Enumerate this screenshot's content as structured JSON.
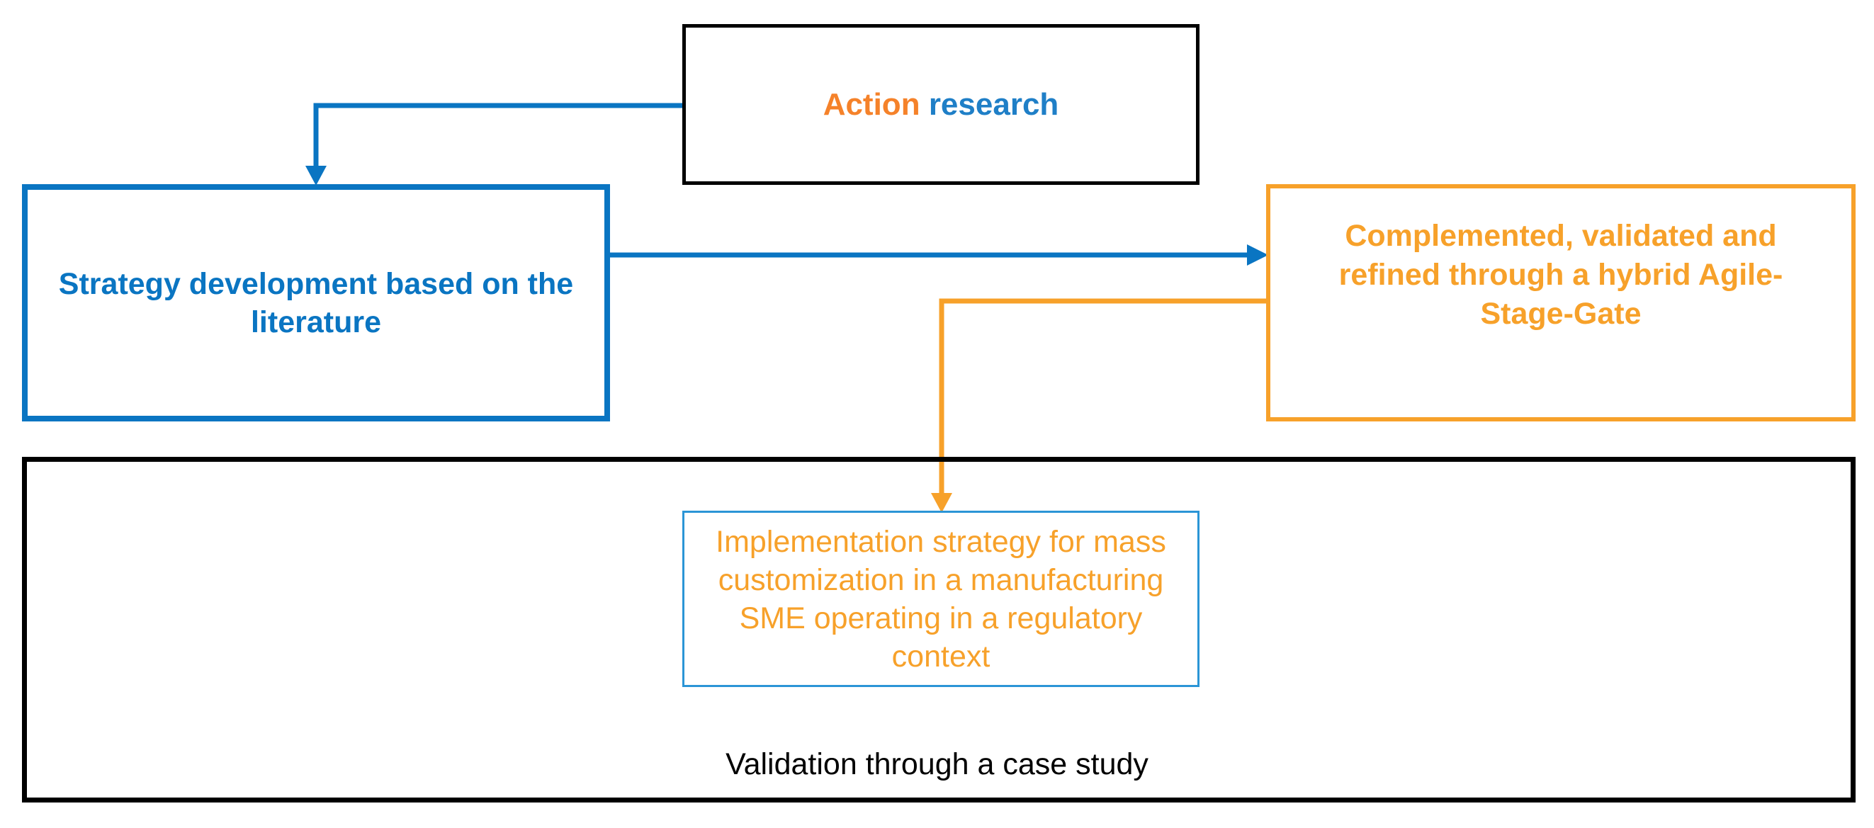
{
  "colors": {
    "blue": "#0a75c2",
    "orange": "#f7a12a",
    "black": "#000000"
  },
  "action_box": {
    "word_action": "Action",
    "word_research": "research"
  },
  "strategy_box": {
    "text": "Strategy development based on the literature"
  },
  "complemented_box": {
    "text": "Complemented, validated and refined through a hybrid Agile-Stage-Gate"
  },
  "implementation_box": {
    "text": "Implementation strategy for mass customization in a manufacturing SME operating in a regulatory context"
  },
  "validation_box": {
    "label": "Validation through a case study"
  }
}
